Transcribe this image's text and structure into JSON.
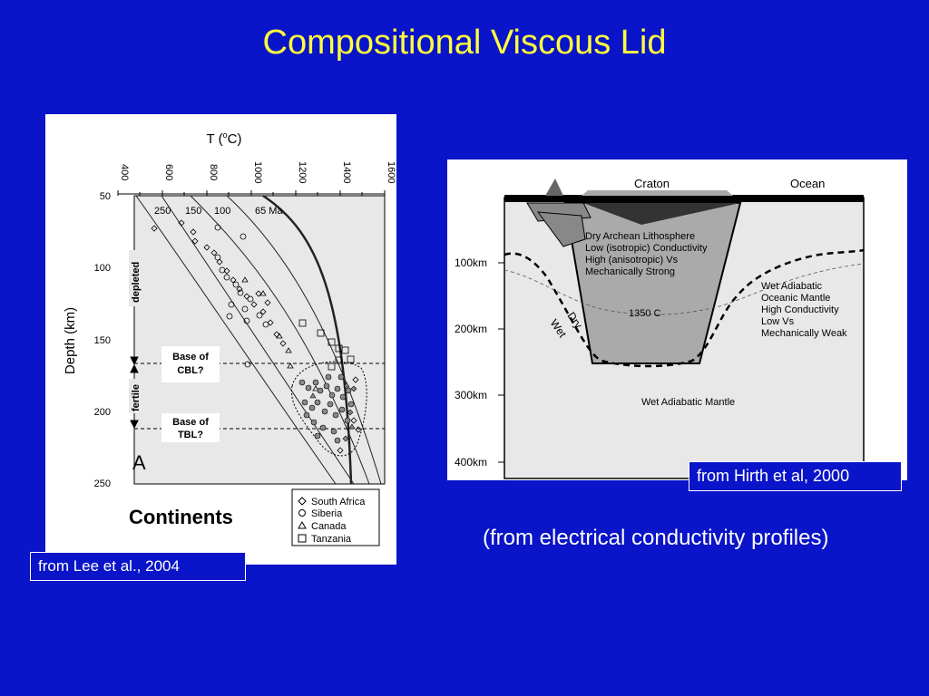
{
  "slide": {
    "title": "Compositional Viscous Lid",
    "note": "(from electrical conductivity profiles)"
  },
  "left_figure": {
    "axis_title_x": "T (",
    "axis_title_x_sup": "o",
    "axis_title_x_end": "C)",
    "axis_title_y": "Depth (km)",
    "x_ticks": [
      "400",
      "600",
      "800",
      "1000",
      "1200",
      "1400",
      "1600"
    ],
    "y_ticks": [
      "50",
      "100",
      "150",
      "200",
      "250"
    ],
    "geotherm_labels": [
      "250",
      "150",
      "100",
      "65 Ma"
    ],
    "bracket_depleted": "depleted",
    "bracket_fertile": "fertile",
    "base_cbl_line1": "Base of",
    "base_cbl_line2": "CBL?",
    "base_tbl_line1": "Base of",
    "base_tbl_line2": "TBL?",
    "panel_letter": "A",
    "region_label": "Continents",
    "legend": [
      "South Africa",
      "Siberia",
      "Canada",
      "Tanzania"
    ],
    "caption": "from Lee et al., 2004"
  },
  "right_figure": {
    "label_craton": "Craton",
    "label_ocean": "Ocean",
    "depth_labels": [
      "100km",
      "200km",
      "300km",
      "400km"
    ],
    "lithosphere_text": [
      "Dry Archean  Lithosphere",
      "Low (isotropic) Conductivity",
      "High (anisotropic) Vs",
      "Mechanically  Strong"
    ],
    "isotherm_label": "1350 C",
    "label_dry": "Dry",
    "label_wet": "Wet",
    "oceanic_text": [
      "Wet Adiabatic",
      "Oceanic  Mantle",
      "High Conductivity",
      "Low Vs",
      "Mechanically  Weak"
    ],
    "deep_mantle_label": "Wet Adiabatic  Mantle",
    "caption": "from Hirth et al, 2000"
  }
}
